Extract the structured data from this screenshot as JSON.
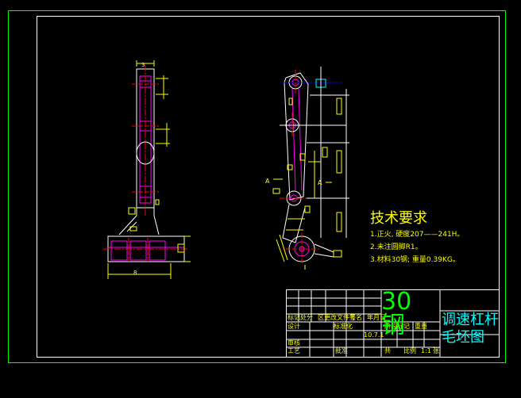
{
  "notes": {
    "title": "技术要求",
    "lines": [
      "1.正火, 硬度207——241H。",
      "2.未注圆脚R1。",
      "3.材料30钢; 重量0.39KG。"
    ]
  },
  "title_block": {
    "material": "30钢",
    "part_name": "调速杠杆毛坯图",
    "scale": "1:1",
    "date": "10.7.1",
    "labels": {
      "biaoji": "标记处分",
      "tiao": "区更改文件号",
      "qianming": "签名",
      "nianyueri": "年月日",
      "sheji": "设计",
      "biaozhunhua": "标准化",
      "jieduan": "阶段标记",
      "zhongliang": "重量",
      "bili": "比例",
      "shenhe": "审核",
      "gongyi": "工艺",
      "pizhun": "批准",
      "gong": "共",
      "zhang": "张"
    }
  },
  "dims": {
    "a1": "A",
    "a2": "A",
    "top_left": "3",
    "bottom_left": "8"
  },
  "colors": {
    "frame": "#00ff00",
    "sheet": "#ffffff",
    "lines": "#ffffff",
    "hidden": "#ff00ff",
    "center": "#ff0000",
    "dim": "#ffff00"
  }
}
